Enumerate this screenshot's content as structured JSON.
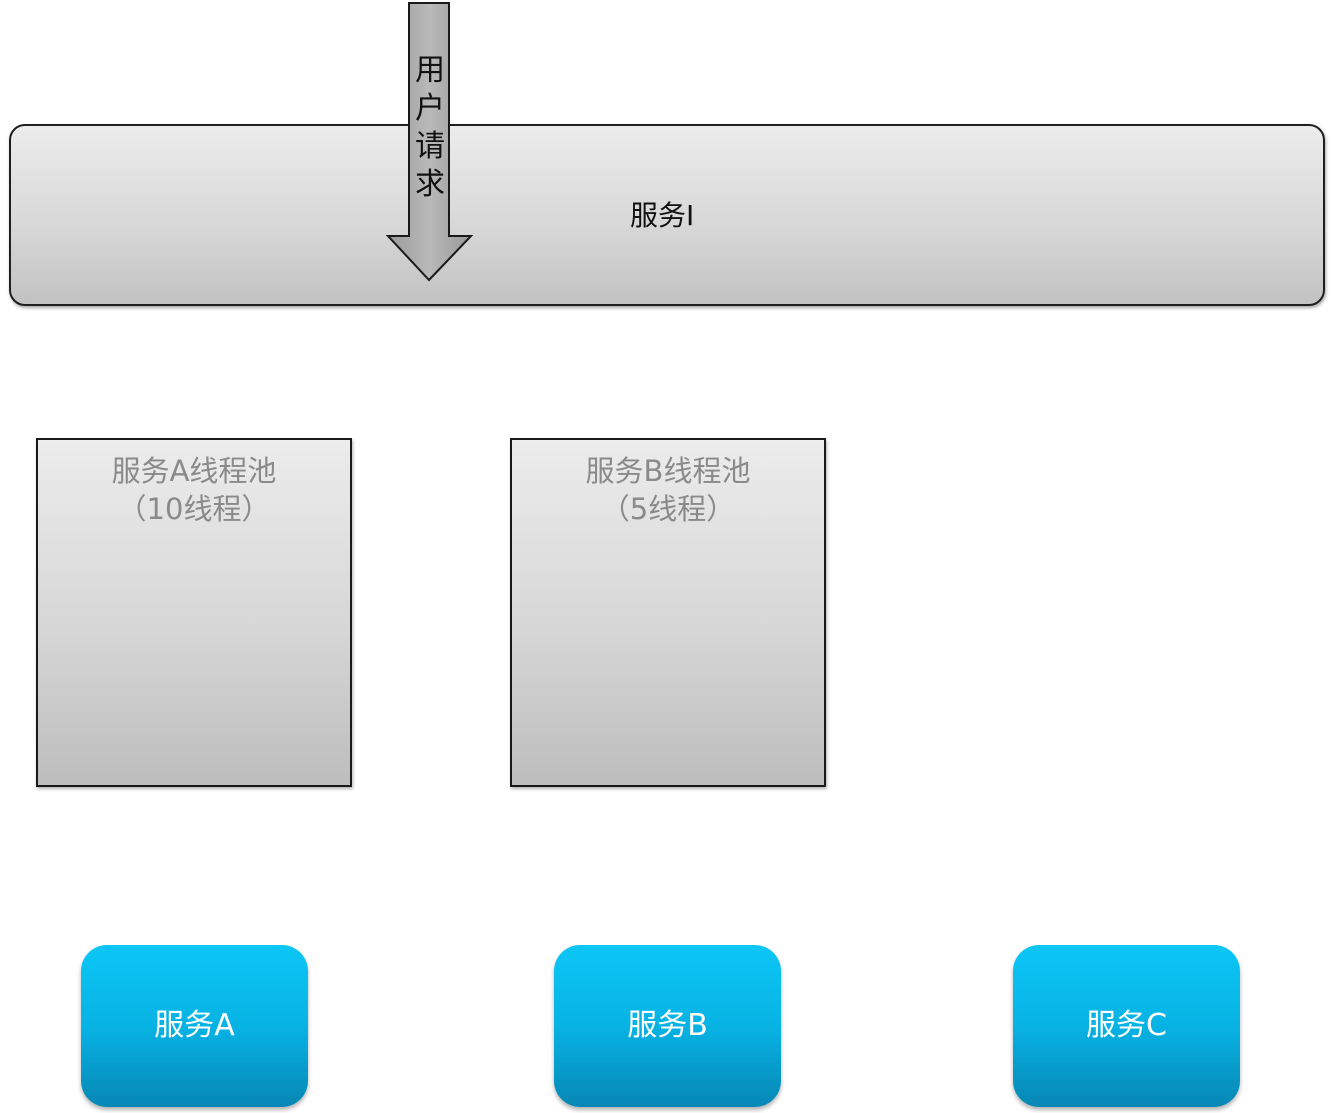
{
  "service_i": {
    "label": "服务I"
  },
  "user_request": {
    "label": "用户请求"
  },
  "pools": [
    {
      "title": "服务A线程池",
      "subtitle": "（10线程）"
    },
    {
      "title": "服务B线程池",
      "subtitle": "（5线程）"
    }
  ],
  "services": [
    {
      "label": "服务A"
    },
    {
      "label": "服务B"
    },
    {
      "label": "服务C"
    }
  ],
  "colors": {
    "service_box": "#07b3e4",
    "pool_text": "#8a8a8a",
    "bar_fill": "#d8d8d8"
  }
}
